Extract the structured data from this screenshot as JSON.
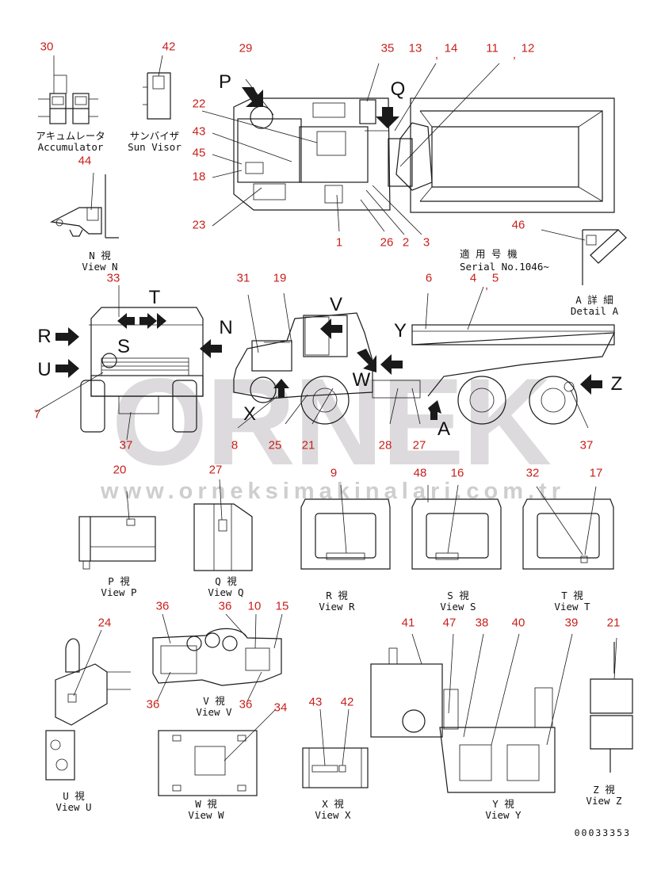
{
  "watermark": {
    "brand": "ORNEK",
    "url": "www.orneksimakinalari.com.tr"
  },
  "drawing_code": "00033353",
  "serial_note": {
    "jp": "適 用 号 機",
    "en": "Serial No.1046~"
  },
  "view_letters": {
    "P": "P",
    "Q": "Q",
    "R": "R",
    "U": "U",
    "T": "T",
    "N": "N",
    "S": "S",
    "V": "V",
    "Y": "Y",
    "W": "W",
    "X": "X",
    "A": "A",
    "Z": "Z"
  },
  "captions": {
    "accumulator": {
      "jp": "アキュムレータ",
      "en": "Accumulator"
    },
    "sun_visor": {
      "jp": "サンバイザ",
      "en": "Sun Visor"
    },
    "view_n": {
      "jp": "N 視",
      "en": "View N"
    },
    "detail_a": {
      "jp": "A 詳 細",
      "en": "Detail A"
    },
    "view_p": {
      "jp": "P 視",
      "en": "View P"
    },
    "view_q": {
      "jp": "Q 視",
      "en": "View Q"
    },
    "view_r": {
      "jp": "R 視",
      "en": "View R"
    },
    "view_s": {
      "jp": "S 視",
      "en": "View S"
    },
    "view_t": {
      "jp": "T 視",
      "en": "View T"
    },
    "view_u": {
      "jp": "U 視",
      "en": "View U"
    },
    "view_v": {
      "jp": "V 視",
      "en": "View V"
    },
    "view_w": {
      "jp": "W 視",
      "en": "View W"
    },
    "view_x": {
      "jp": "X 視",
      "en": "View X"
    },
    "view_y": {
      "jp": "Y 視",
      "en": "View Y"
    },
    "view_z": {
      "jp": "Z 視",
      "en": "View Z"
    }
  },
  "callouts": {
    "n30": "30",
    "n42a": "42",
    "n29": "29",
    "n35": "35",
    "n13": "13",
    "n14": "14",
    "c1": ",",
    "n11": "11",
    "c2": ",",
    "n12": "12",
    "n22": "22",
    "n43a": "43",
    "n45": "45",
    "n18": "18",
    "n23": "23",
    "n44": "44",
    "n1": "1",
    "n26": "26",
    "n2": "2",
    "n3": "3",
    "n46": "46",
    "n33": "33",
    "n31": "31",
    "n19": "19",
    "n6": "6",
    "n4": "4",
    "c3": ",",
    "n5": "5",
    "n7": "7",
    "n37a": "37",
    "n8": "8",
    "n25": "25",
    "n21a": "21",
    "n28": "28",
    "n27a": "27",
    "n37b": "37",
    "n20": "20",
    "n27b": "27",
    "n9": "9",
    "n48": "48",
    "n16": "16",
    "n32": "32",
    "n17": "17",
    "n24": "24",
    "n36a": "36",
    "n36b": "36",
    "n10": "10",
    "n15": "15",
    "n36c": "36",
    "n36d": "36",
    "n34": "34",
    "n41": "41",
    "n47": "47",
    "n38": "38",
    "n40": "40",
    "n39": "39",
    "n21b": "21",
    "n43b": "43",
    "n42b": "42"
  },
  "colors": {
    "callout": "#c8201c",
    "line": "#1a1a1a",
    "watermark": "#d9d7d9"
  }
}
